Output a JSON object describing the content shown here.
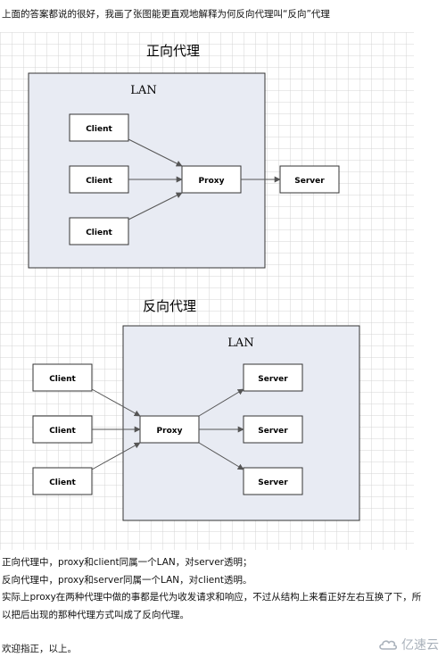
{
  "intro_text": "上面的答案都说的很好，我画了张图能更直观地解释为何反向代理叫“反向”代理",
  "diagram_forward": {
    "title": "正向代理",
    "lan_label": "LAN",
    "clients": [
      "Client",
      "Client",
      "Client"
    ],
    "proxy": "Proxy",
    "server": "Server"
  },
  "diagram_reverse": {
    "title": "反向代理",
    "lan_label": "LAN",
    "clients": [
      "Client",
      "Client",
      "Client"
    ],
    "proxy": "Proxy",
    "servers": [
      "Server",
      "Server",
      "Server"
    ]
  },
  "forward_text": "正向代理中，proxy和client同属一个LAN，对server透明；",
  "reverse_text": "反向代理中，proxy和server同属一个LAN，对client透明。",
  "conclusion_line1": "实际上proxy在两种代理中做的事都是代为收发请求和响应，不过从结构上来看正好左右互换了下，所",
  "conclusion_line2": "以把后出现的那种代理方式叫成了反向代理。",
  "closing_text": "欢迎指正，以上。",
  "watermark_text": "亿速云",
  "colors": {
    "lan_fill": "#e8ebf3",
    "grid": "#d4d4d4",
    "box_border": "#333333"
  }
}
